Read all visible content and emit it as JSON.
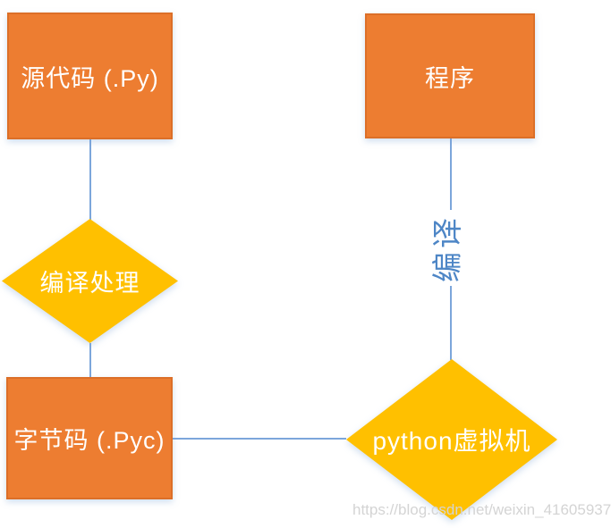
{
  "diagram": {
    "nodes": {
      "source_code": {
        "label": "源代码 (.Py)",
        "shape": "rectangle"
      },
      "program": {
        "label": "程序",
        "shape": "rectangle"
      },
      "compile_process": {
        "label": "编译处理",
        "shape": "diamond"
      },
      "bytecode": {
        "label": "字节码 (.Pyc)",
        "shape": "diamond-connected-rectangle"
      },
      "python_vm": {
        "label": "python虚拟机",
        "shape": "diamond"
      }
    },
    "edges": {
      "source_to_compile": {
        "from": "source_code",
        "to": "compile_process",
        "label": ""
      },
      "compile_to_bytecode": {
        "from": "compile_process",
        "to": "bytecode",
        "label": ""
      },
      "program_to_vm": {
        "from": "program",
        "to": "python_vm",
        "label": "编译"
      },
      "bytecode_to_vm": {
        "from": "bytecode",
        "to": "python_vm",
        "label": ""
      }
    },
    "colors": {
      "box_fill": "#ED7D31",
      "box_border": "#DC6F28",
      "diamond_fill": "#FFC000",
      "connector": "#7CA6DB",
      "edge_label": "#4E86C6",
      "node_text": "#FFFFFF",
      "watermark_text": "#D4D4D4"
    },
    "watermark": "https://blog.csdn.net/weixin_41605937"
  }
}
